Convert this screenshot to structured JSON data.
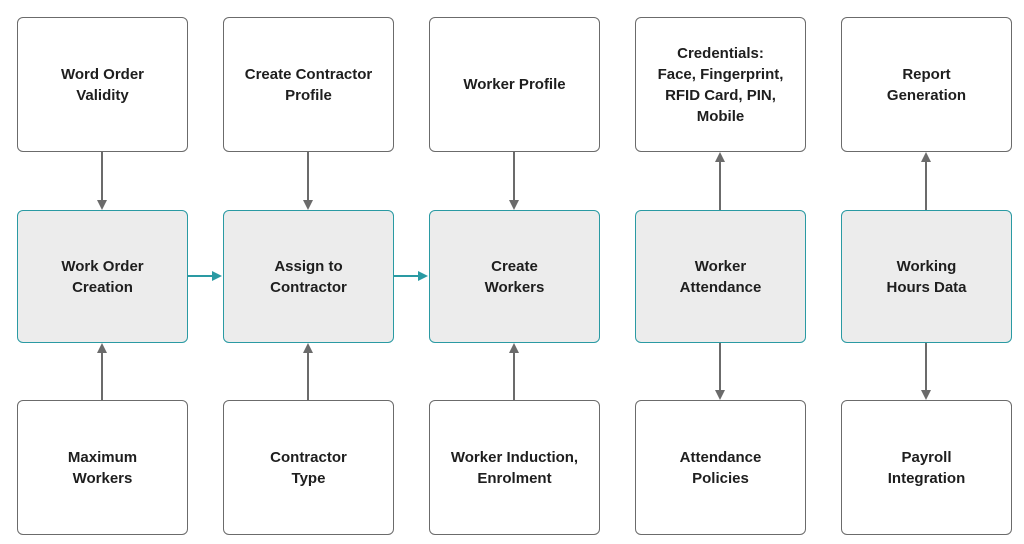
{
  "top_boxes": [
    "Word Order\nValidity",
    "Create Contractor\nProfile",
    "Worker Profile",
    "Credentials:\nFace, Fingerprint,\nRFID Card, PIN,\nMobile",
    "Report\nGeneration"
  ],
  "center_boxes": [
    "Work Order\nCreation",
    "Assign to\nContractor",
    "Create\nWorkers",
    "Worker\nAttendance",
    "Working\nHours Data"
  ],
  "bottom_boxes": [
    "Maximum\nWorkers",
    "Contractor\nType",
    "Worker Induction,\nEnrolment",
    "Attendance\nPolicies",
    "Payroll\nIntegration"
  ],
  "colors": {
    "center_border": "#2a9aa3",
    "center_fill": "#ececec",
    "box_border": "#6b6b6b",
    "vertical_arrow": "#6b6b6b",
    "horizontal_arrow": "#2a9aa3"
  }
}
